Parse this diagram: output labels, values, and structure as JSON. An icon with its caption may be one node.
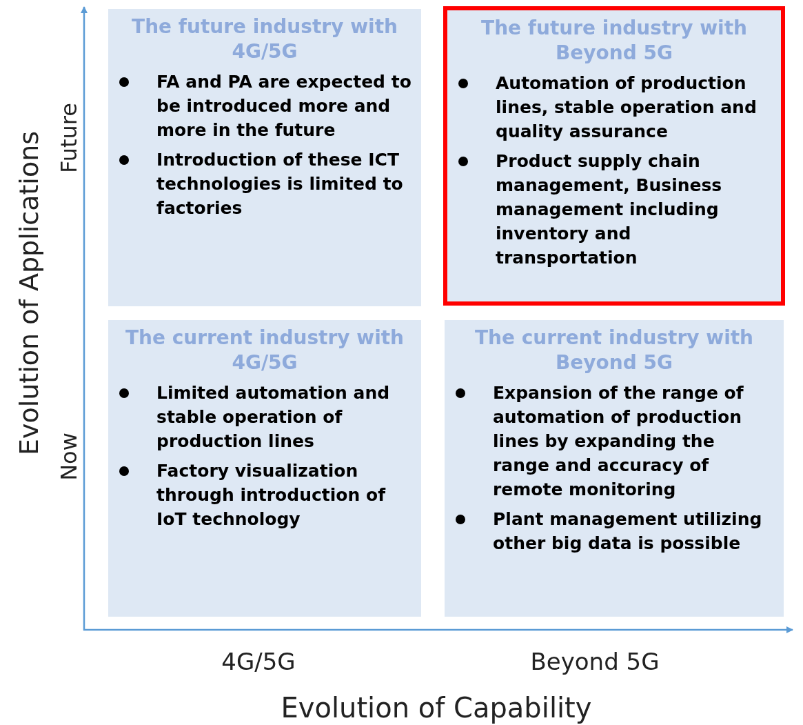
{
  "diagram": {
    "nodes": [
      {
        "text": [
          "The future industry with 4G/5G",
          "FA and PA are expected to be introduced more and more in the future",
          "Introduction of these ICT technologies is limited to factories"
        ]
      },
      {
        "text": [],
        "shape": "box"
      },
      {
        "text": [
          "The future industry with Beyond 5G",
          "Automation of production lines,  stable operation and quality assurance",
          "Product supply chain management, Business management including inventory and transportation"
        ],
        "in": 1
      },
      {
        "text": [
          "The current industry with 4G/5G",
          "Limited automation and stable operation of production lines",
          "Factory visualization through introduction of IoT technology"
        ]
      },
      {
        "text": [
          "The current industry with Beyond 5G",
          "Expansion of the range of automation of production lines by expanding the range and accuracy of remote monitoring",
          "Plant management utilizing other big data is possible"
        ]
      }
    ],
    "labels": [
      "Evolution of Applications",
      "Future",
      "Now",
      "4G/5G",
      "Beyond 5G",
      "Evolution of Capability"
    ]
  }
}
